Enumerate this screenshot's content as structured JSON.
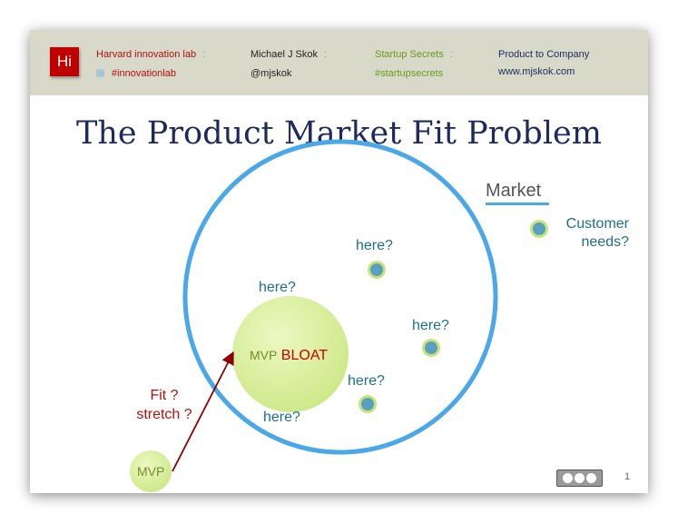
{
  "header": {
    "logo": "Hi",
    "col1_title": "Harvard innovation lab",
    "col1_sub": "#innovationlab",
    "col2_title": "Michael J Skok",
    "col2_sub": "@mjskok",
    "col3_title": "Startup Secrets",
    "col3_sub": "#startupsecrets",
    "col4_title": "Product to Company",
    "col4_sub": "www.mjskok.com",
    "separator": ":"
  },
  "slide": {
    "title": "The Product Market Fit Problem",
    "market_label": "Market",
    "customer_label_1": "Customer",
    "customer_label_2": "needs?",
    "here_label": "here?",
    "mvp_bloat_prefix": "MVP",
    "mvp_bloat_word": "BLOAT",
    "mvp_label": "MVP",
    "fit_line1": "Fit ?",
    "fit_line2": "stretch ?",
    "page_number": "1"
  },
  "colors": {
    "title": "#1c2a5e",
    "header_bg": "#d8d9c9",
    "circle_stroke": "#4aa7e8",
    "bubble_fill": "#d6ef8f",
    "dot_fill": "#5a9ec0",
    "arrow": "#8b0000"
  },
  "icons": {
    "logo": "hi-logo-icon",
    "twitter": "twitter-icon",
    "license": "creative-commons-icon"
  }
}
